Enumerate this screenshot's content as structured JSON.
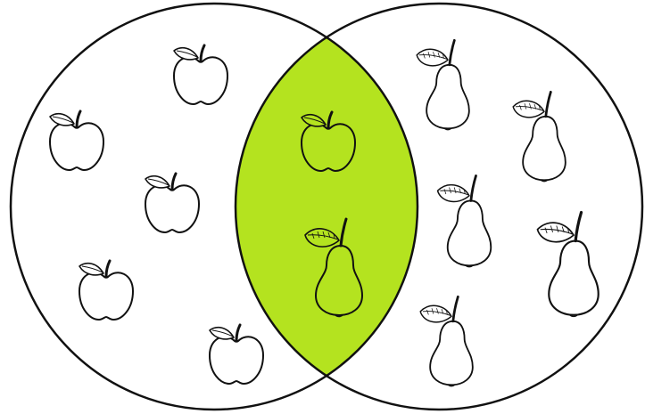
{
  "diagram": {
    "type": "venn",
    "sets": [
      {
        "id": "left",
        "icon": "apple-icon",
        "count": 5
      },
      {
        "id": "right",
        "icon": "pear-icon",
        "count": 5
      }
    ],
    "intersection": {
      "icons": [
        "apple-icon",
        "pear-icon"
      ]
    },
    "colors": {
      "highlight": "#b4e31f",
      "outline": "#111111",
      "background": "#ffffff",
      "fruit_fill": "#ffffff"
    }
  }
}
